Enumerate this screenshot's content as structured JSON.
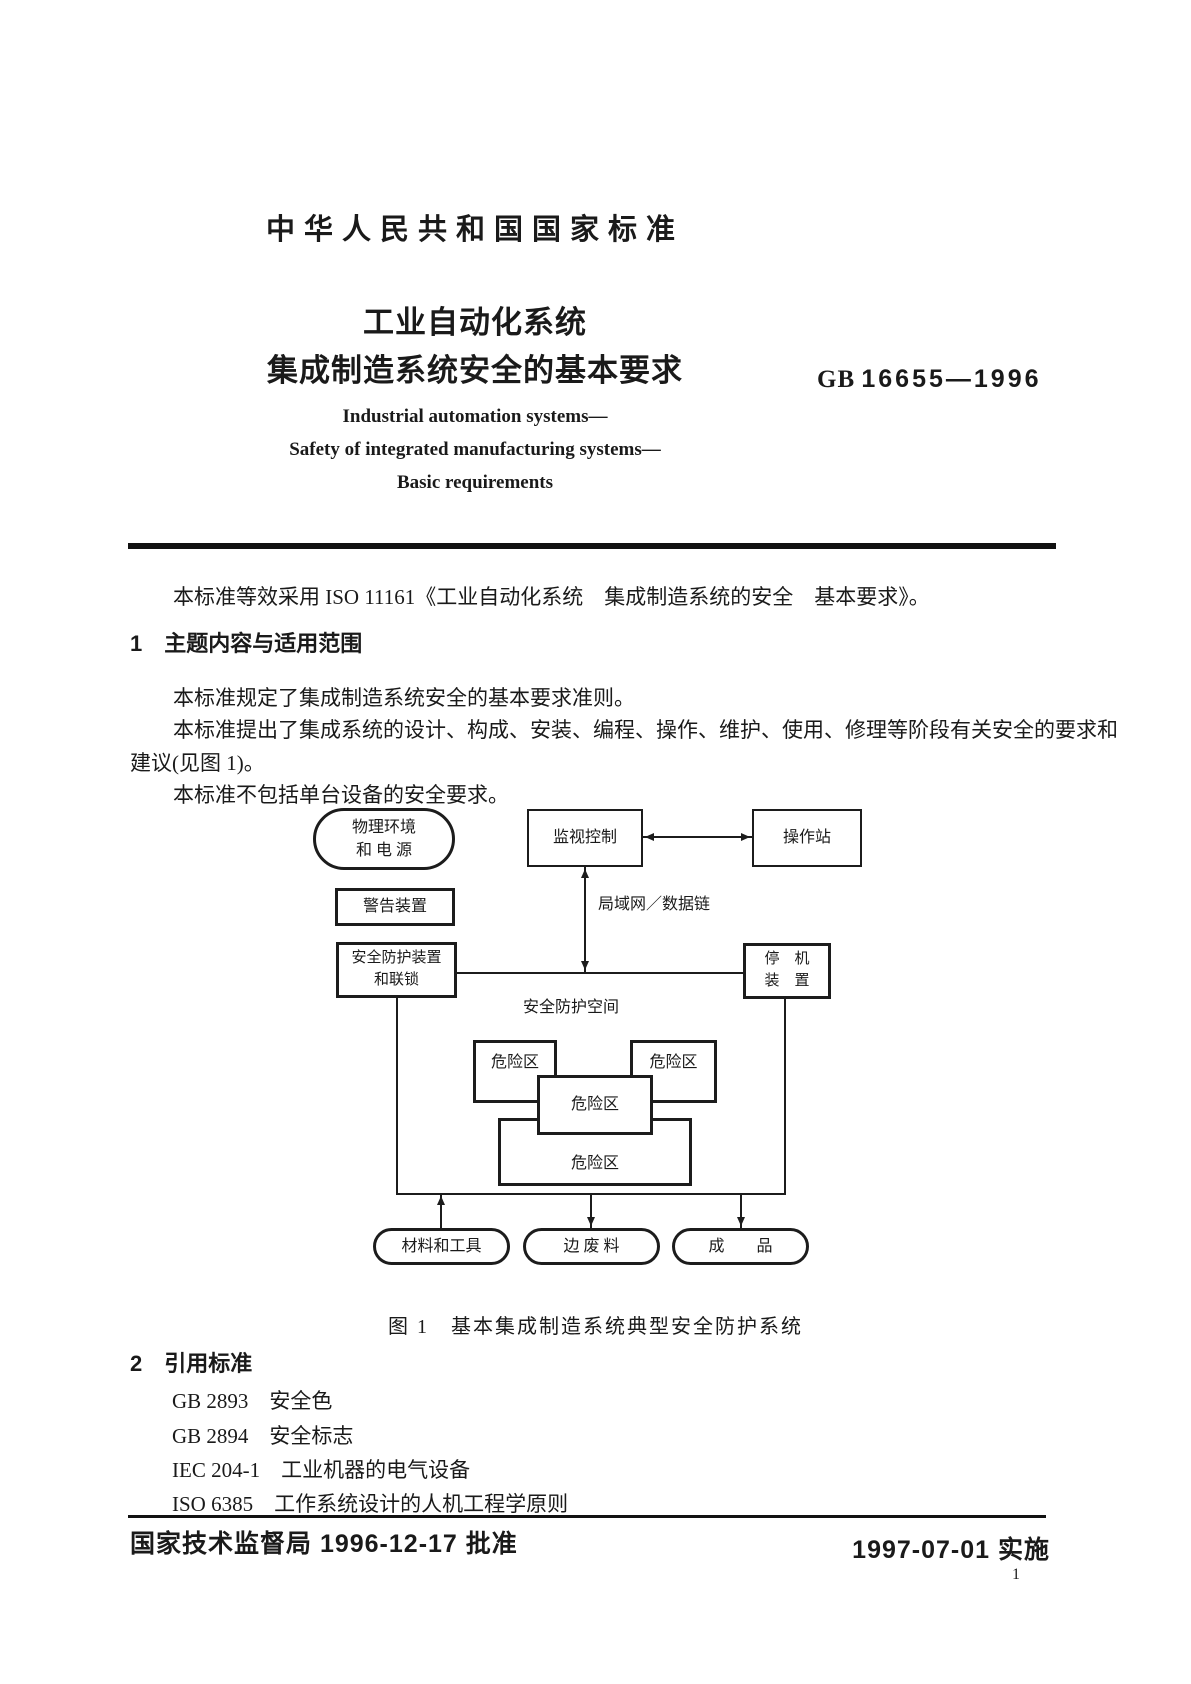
{
  "header": {
    "standard_label": "中华人民共和国国家标准",
    "title_zh_line1": "工业自动化系统",
    "title_zh_line2": "集成制造系统安全的基本要求",
    "code_prefix": "GB",
    "code_number": "16655—1996",
    "title_en": [
      "Industrial automation systems—",
      "Safety of integrated manufacturing systems—",
      "Basic requirements"
    ]
  },
  "intro": "本标准等效采用 ISO 11161《工业自动化系统　集成制造系统的安全　基本要求》。",
  "section1": {
    "heading": "1　主题内容与适用范围",
    "lines": [
      "本标准规定了集成制造系统安全的基本要求准则。",
      "本标准提出了集成系统的设计、构成、安装、编程、操作、维护、使用、修理等阶段有关安全的要求和",
      "建议(见图 1)。",
      "本标准不包括单台设备的安全要求。"
    ]
  },
  "figure": {
    "caption": "图 1　基本集成制造系统典型安全防护系统",
    "nodes": {
      "env_line1": "物理环境",
      "env_line2": "和 电 源",
      "monitor": "监视控制",
      "station": "操作站",
      "warning": "警告装置",
      "guard_line1": "安全防护装置",
      "guard_line2": "和联锁",
      "stop_line1": "停　机",
      "stop_line2": "装　置",
      "lan_label": "局域网／数据链",
      "space_label": "安全防护空间",
      "danger": "危险区",
      "materials": "材料和工具",
      "scrap": "边 废 料",
      "product": "成　　品"
    }
  },
  "section2": {
    "heading": "2　引用标准",
    "references": [
      "GB 2893　安全色",
      "GB 2894　安全标志",
      "IEC 204-1　工业机器的电气设备",
      "ISO 6385　工作系统设计的人机工程学原则"
    ]
  },
  "footer": {
    "approval": "国家技术监督局 1996-12-17 批准",
    "implementation": "1997-07-01 实施",
    "page_number": "1"
  }
}
